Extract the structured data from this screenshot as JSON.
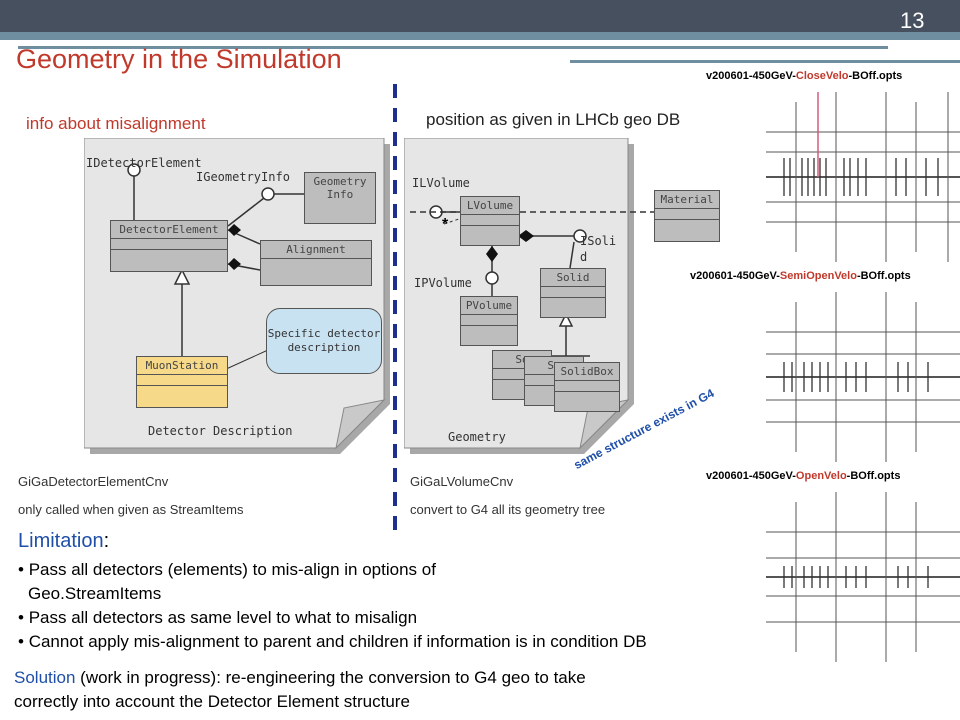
{
  "slide": {
    "number": "13",
    "title": "Geometry in the Simulation"
  },
  "headings": {
    "left": "info about misalignment",
    "right": "position as given in LHCb geo DB"
  },
  "diagram_left": {
    "label_idetector": "IDetectorElement",
    "label_igeometry": "IGeometryInfo",
    "detector_element": "DetectorElement",
    "geometry_info": "Geometry Info",
    "alignment": "Alignment",
    "muon_station": "MuonStation",
    "callout": "Specific detector description",
    "footer": "Detector Description"
  },
  "diagram_right": {
    "label_ilvolume": "ILVolume",
    "lvolume": "LVolume",
    "material": "Material",
    "label_isolid": "ISoli d",
    "label_ipvolume": "IPVolume",
    "solid": "Solid",
    "pvolume": "PVolume",
    "so1": "So",
    "so2": "So",
    "solidbox": "SolidBox",
    "star": "*",
    "footer": "Geometry",
    "structure_note": "same structure exists in G4"
  },
  "notes": {
    "left_cnv": "GiGaDetectorElementCnv",
    "left_desc": "only called when given as StreamItems",
    "right_cnv": "GiGaLVolumeCnv",
    "right_desc": "convert to G4 all its geometry tree"
  },
  "images": {
    "caption1": {
      "pre": "v200601-450GeV-",
      "hl": "CloseVelo",
      "post": "-BOff.opts"
    },
    "caption2": {
      "pre": "v200601-450GeV-",
      "hl": "SemiOpenVelo",
      "post": "-BOff.opts"
    },
    "caption3": {
      "pre": "v200601-450GeV-",
      "hl": "OpenVelo",
      "post": "-BOff.opts"
    }
  },
  "limitation": {
    "heading": "Limitation",
    "colon": ":",
    "bullets": [
      "Pass all detectors (elements) to mis-align in options of",
      "Pass all detectors as same level to what to misalign",
      "Cannot apply mis-alignment to parent and children if information is in condition DB"
    ],
    "bullet1_cont": "Geo.StreamItems"
  },
  "solution": {
    "word": "Solution",
    "line1": " (work in progress): re-engineering the conversion to G4 geo to take",
    "line2": "correctly into account the Detector Element structure"
  },
  "colors": {
    "accent": "#c0392b",
    "topbar": "#46505e",
    "rule": "#6f8fa0",
    "divider": "#1f2f8f"
  }
}
